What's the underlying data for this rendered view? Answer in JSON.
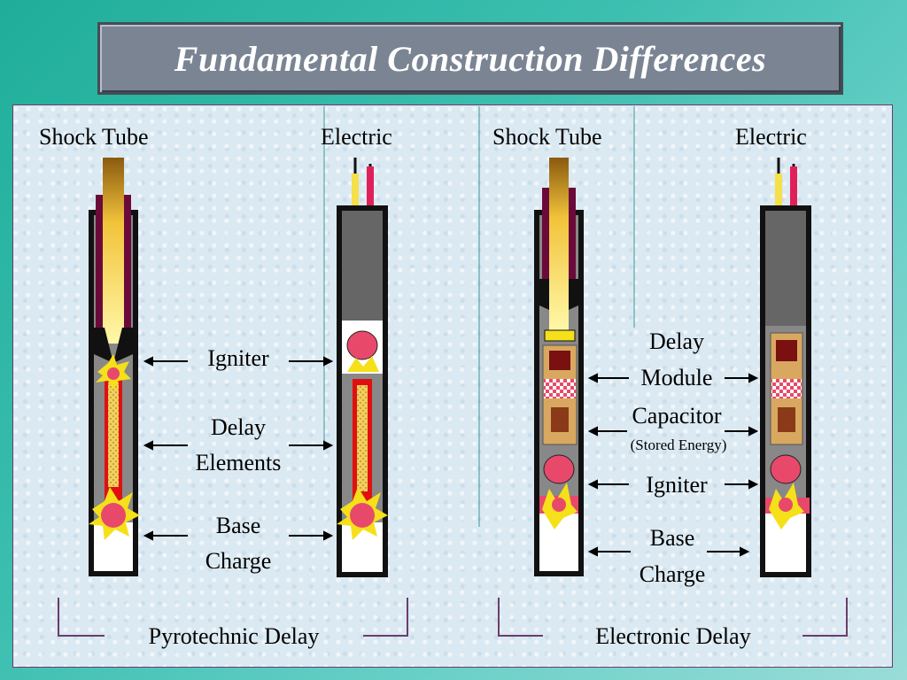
{
  "title": "Fundamental Construction Differences",
  "columns": {
    "col1": "Shock Tube",
    "col2": "Electric",
    "col3": "Shock Tube",
    "col4": "Electric"
  },
  "pyro_labels": {
    "igniter": "Igniter",
    "delay_line1": "Delay",
    "delay_line2": "Elements",
    "base_line1": "Base",
    "base_line2": "Charge"
  },
  "electronic_labels": {
    "delay_module_line1": "Delay",
    "delay_module_line2": "Module",
    "capacitor": "Capacitor",
    "capacitor_note": "(Stored  Energy)",
    "igniter": "Igniter",
    "base_line1": "Base",
    "base_line2": "Charge"
  },
  "footers": {
    "pyro": "Pyrotechnic Delay",
    "electronic": "Electronic Delay"
  },
  "colors": {
    "shell": "#111111",
    "tube_dark": "#6b0a3a",
    "tube_yellow": "#f5c62a",
    "delay_red": "#e01010",
    "charge_pink": "#e8496a",
    "electric_plug": "#666666",
    "module_tan": "#d8a860"
  }
}
